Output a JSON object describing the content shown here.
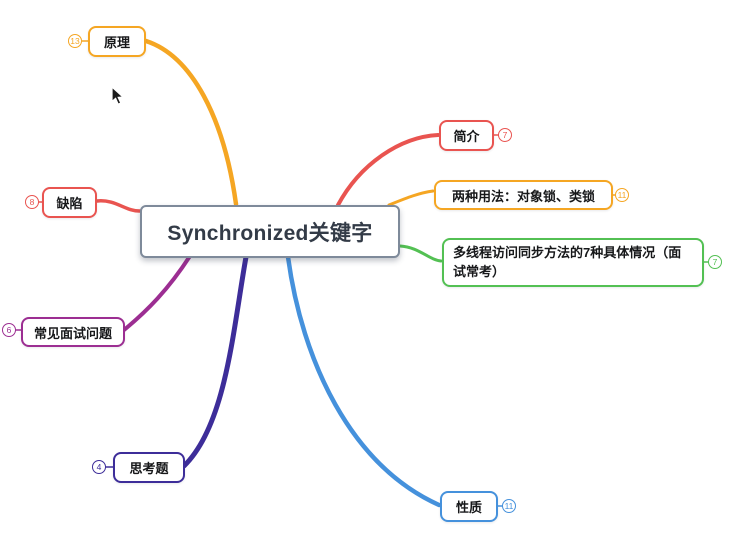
{
  "app": {
    "type": "mind-map"
  },
  "canvas": {
    "background": "#FFFFFF"
  },
  "root": {
    "label": "Synchronized关键字",
    "border_color": "#7E8A9A",
    "text_color": "#333B47"
  },
  "branches": [
    {
      "id": "principle",
      "label": "原理",
      "count": "13",
      "color": "#F5A623"
    },
    {
      "id": "intro",
      "label": "简介",
      "count": "7",
      "color": "#E95450"
    },
    {
      "id": "two-usages",
      "label": "两种用法：对象锁、类锁",
      "count": "11",
      "color": "#F5A623"
    },
    {
      "id": "seven-cases",
      "label": "多线程访问同步方法的7种具体情况（面试常考）",
      "count": "7",
      "color": "#53C053"
    },
    {
      "id": "drawbacks",
      "label": "缺陷",
      "count": "8",
      "color": "#E95450"
    },
    {
      "id": "interview-questions",
      "label": "常见面试问题",
      "count": "6",
      "color": "#9C2E92"
    },
    {
      "id": "thinking-questions",
      "label": "思考题",
      "count": "4",
      "color": "#3D2D99"
    },
    {
      "id": "properties",
      "label": "性质",
      "count": "11",
      "color": "#4591DC"
    }
  ]
}
